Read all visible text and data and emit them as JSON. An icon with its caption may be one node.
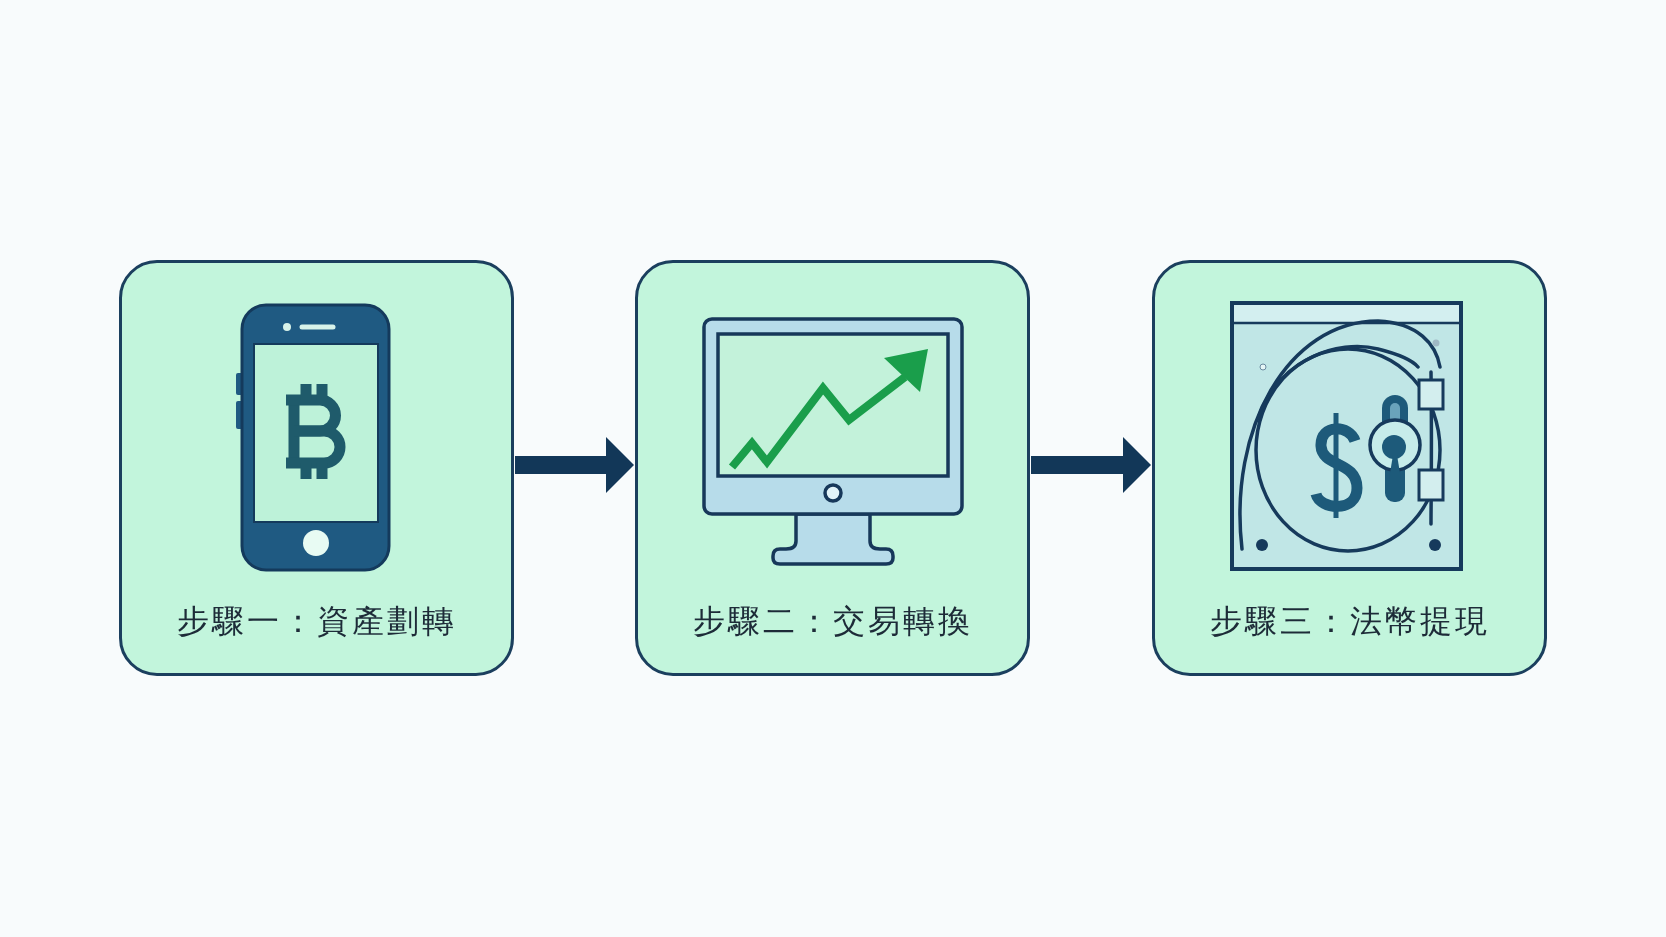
{
  "diagram": {
    "nodes": [
      {
        "text": [
          "步驟一：資產劃轉"
        ]
      },
      {
        "text": [
          "步驟二：交易轉換"
        ]
      },
      {
        "text": [
          "步驟三：法幣提現"
        ]
      }
    ],
    "edges": [
      {
        "from": 0,
        "to": 1,
        "arrow": "to"
      },
      {
        "from": 1,
        "to": 2,
        "arrow": "to"
      }
    ]
  }
}
